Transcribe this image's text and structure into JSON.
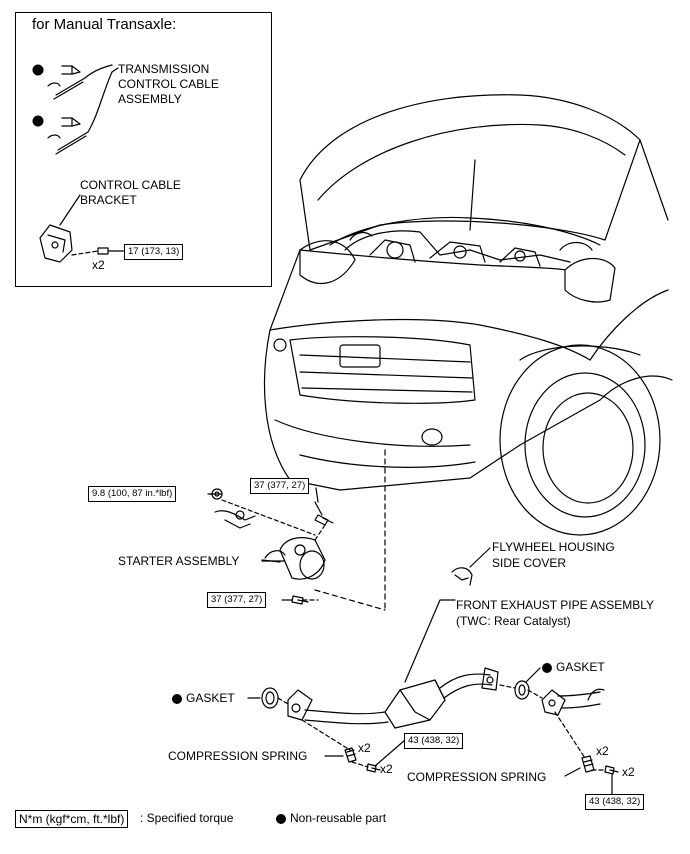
{
  "inset": {
    "title": "for Manual Transaxle:",
    "cable_label": [
      "TRANSMISSION",
      "CONTROL CABLE",
      "ASSEMBLY"
    ],
    "bracket_label": [
      "CONTROL CABLE",
      "BRACKET"
    ],
    "bracket_torque": "17 (173, 13)",
    "bracket_qty": "x2"
  },
  "starter": {
    "nut_torque": "9.8 (100, 87 in.*lbf)",
    "upper_bolt_torque": "37 (377, 27)",
    "label": "STARTER ASSEMBLY",
    "lower_bolt_torque": "37 (377, 27)"
  },
  "flywheel": {
    "label": [
      "FLYWHEEL HOUSING",
      "SIDE COVER"
    ]
  },
  "exhaust": {
    "label": [
      "FRONT EXHAUST PIPE ASSEMBLY",
      "(TWC: Rear Catalyst)"
    ],
    "gasket_left": "GASKET",
    "gasket_right": "GASKET",
    "spring_left": "COMPRESSION SPRING",
    "spring_right": "COMPRESSION SPRING",
    "spring_left_qty": "x2",
    "bolt_left_qty": "x2",
    "spring_right_qty": "x2",
    "bolt_right_qty": "x2",
    "bolt_left_torque": "43 (438, 32)",
    "bolt_right_torque": "43 (438, 32)"
  },
  "legend": {
    "torque_unit": "N*m (kgf*cm, ft.*lbf)",
    "torque_text": ": Specified torque",
    "nonreusable_text": "Non-reusable part"
  }
}
